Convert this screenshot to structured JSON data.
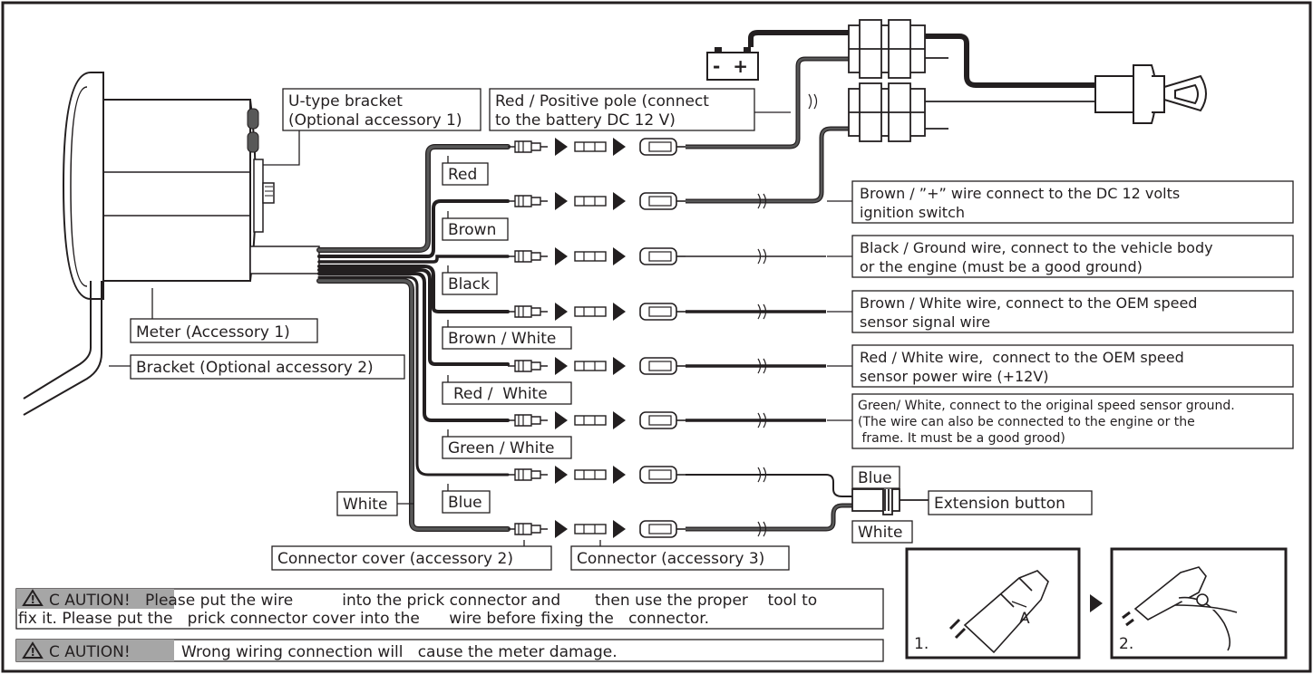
{
  "colors": {
    "ink": "#231f20",
    "wire": "#585858",
    "caution_bg": "#a6a6a6",
    "paper": "#ffffff"
  },
  "callouts": {
    "u_bracket_1": "U-type bracket",
    "u_bracket_2": "(Optional accessory 1)",
    "red_positive_1": "Red / Positive pole (connect",
    "red_positive_2": "to the battery DC 12 V)",
    "meter": "Meter (Accessory 1)",
    "bracket": "Bracket (Optional accessory 2)",
    "white_main": "White",
    "connector_cover": "Connector cover (accessory 2)",
    "connector": "Connector (accessory 3)",
    "extension_button": "Extension button",
    "blue_right": "Blue",
    "white_right": "White"
  },
  "wires": [
    {
      "label": "Red"
    },
    {
      "label": "Brown",
      "desc_1": "Brown / ”+” wire connect to the DC 12 volts",
      "desc_2": "ignition switch"
    },
    {
      "label": "Black",
      "desc_1": "Black / Ground wire, connect to the vehicle body",
      "desc_2": "or the engine (must be a good ground)"
    },
    {
      "label": "Brown / White",
      "desc_1": "Brown / White wire, connect to the OEM speed",
      "desc_2": "sensor signal wire"
    },
    {
      "label": "Red /  White",
      "desc_1": "Red / White wire,  connect to the OEM speed",
      "desc_2": "sensor power wire (+12V)"
    },
    {
      "label": "Green / White",
      "desc_1": "Green/ White, connect to the original speed sensor ground.",
      "desc_2": "(The wire can also be connected to the engine or the",
      "desc_3": " frame. It must be a good grood)"
    },
    {
      "label": "Blue"
    },
    {
      "label": "White"
    }
  ],
  "cautions": [
    {
      "badge": "C AUTION!",
      "line_1": "Please put the wire          into the prick connector and       then use the proper    tool to",
      "line_2": "fix it. Please put the   prick connector cover into the      wire before fixing the   connector."
    },
    {
      "badge": "C AUTION!",
      "line_1": "Wrong wiring connection will   cause the meter damage."
    }
  ],
  "steps": [
    {
      "number": "1.",
      "pointer": "A"
    },
    {
      "number": "2."
    }
  ]
}
